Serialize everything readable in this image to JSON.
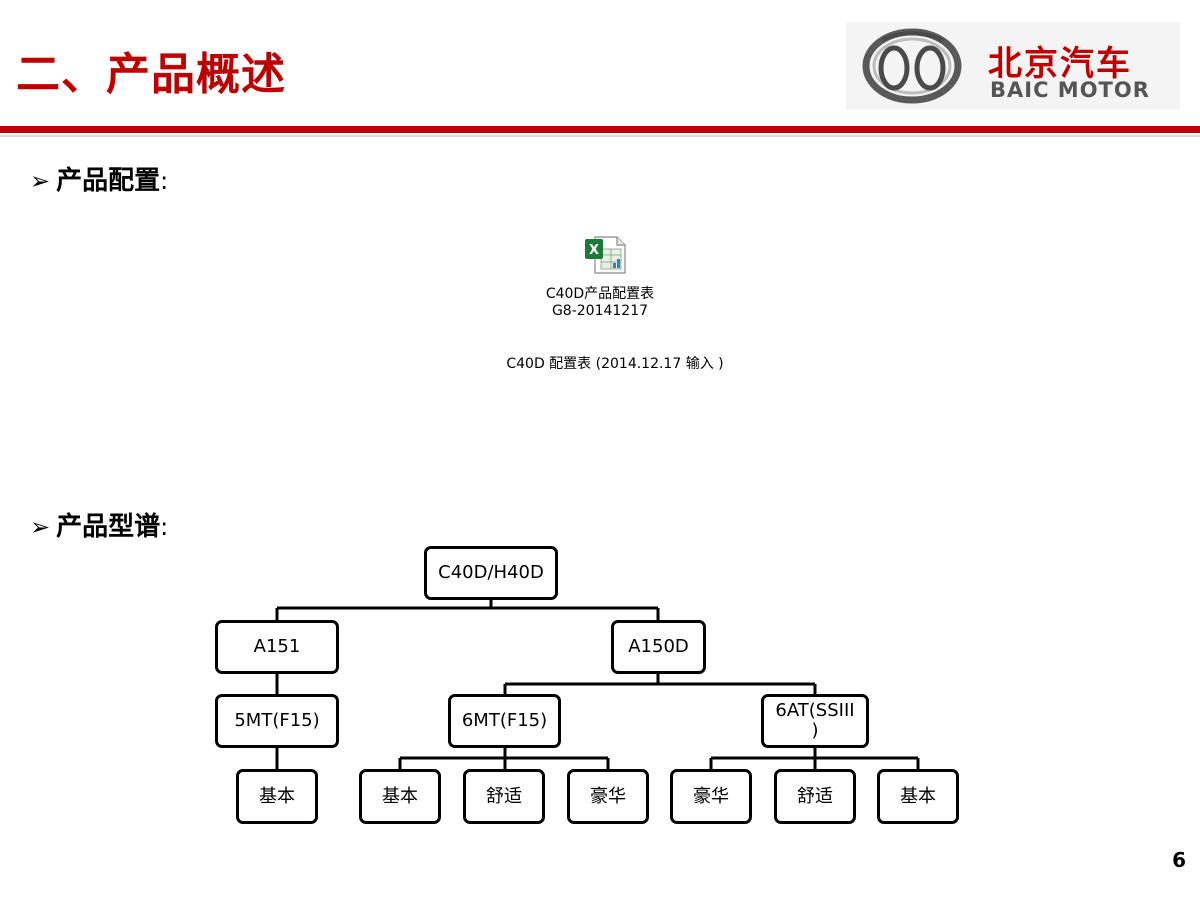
{
  "header": {
    "title": "二、产品概述",
    "logo_cn": "北京汽车",
    "logo_en": "BAIC MOTOR"
  },
  "colors": {
    "accent": "#c00000",
    "excel_green": "#1d7a3a"
  },
  "section_config": {
    "bullet": "➢",
    "label": "产品配置",
    "colon": ":"
  },
  "attachment": {
    "icon": "excel-file-icon",
    "caption_line1": "C40D产品配置表",
    "caption_line2": "G8-20141217",
    "note": "C40D 配置表 (2014.12.17 输入 )"
  },
  "section_lineup": {
    "bullet": "➢",
    "label": "产品型谱",
    "colon": ":"
  },
  "tree": {
    "root": "C40D/H40D",
    "platforms": [
      "A151",
      "A150D"
    ],
    "transmissions": [
      "5MT(F15)",
      "6MT(F15)",
      "6AT(SSIII )"
    ],
    "trims": [
      "基本",
      "基本",
      "舒适",
      "豪华",
      "豪华",
      "舒适",
      "基本"
    ]
  },
  "page_number": "6"
}
